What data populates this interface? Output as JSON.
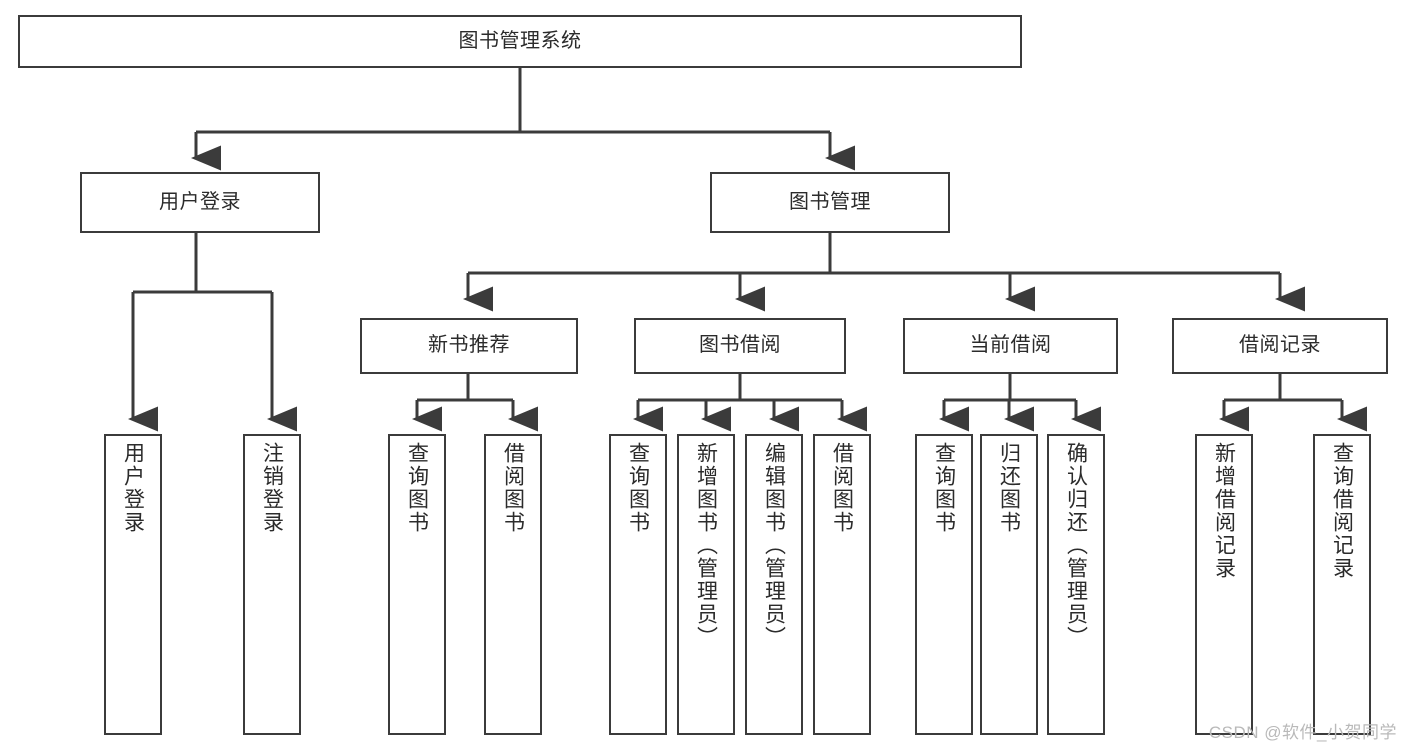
{
  "diagram": {
    "type": "tree-hierarchy-chart",
    "title": "图书管理系统",
    "line_color": "#3b3b3b",
    "box_fill": "#ffffff",
    "text_color": "#2b2b2b",
    "watermark": "CSDN @软件_小贺同学",
    "levels": {
      "root": {
        "label": "图书管理系统"
      },
      "level2": [
        {
          "label": "用户登录"
        },
        {
          "label": "图书管理"
        }
      ],
      "level3": [
        {
          "label": "新书推荐"
        },
        {
          "label": "图书借阅"
        },
        {
          "label": "当前借阅"
        },
        {
          "label": "借阅记录"
        }
      ],
      "leaves": {
        "user_login": [
          {
            "label": "用户登录"
          },
          {
            "label": "注销登录"
          }
        ],
        "new_book_recommend": [
          {
            "label": "查询图书"
          },
          {
            "label": "借阅图书"
          }
        ],
        "book_borrow": [
          {
            "label": "查询图书"
          },
          {
            "label": "新增图书（管理员）"
          },
          {
            "label": "编辑图书（管理员）"
          },
          {
            "label": "借阅图书"
          }
        ],
        "current_borrow": [
          {
            "label": "查询图书"
          },
          {
            "label": "归还图书"
          },
          {
            "label": "确认归还（管理员）"
          }
        ],
        "borrow_record": [
          {
            "label": "新增借阅记录"
          },
          {
            "label": "查询借阅记录"
          }
        ]
      }
    }
  }
}
